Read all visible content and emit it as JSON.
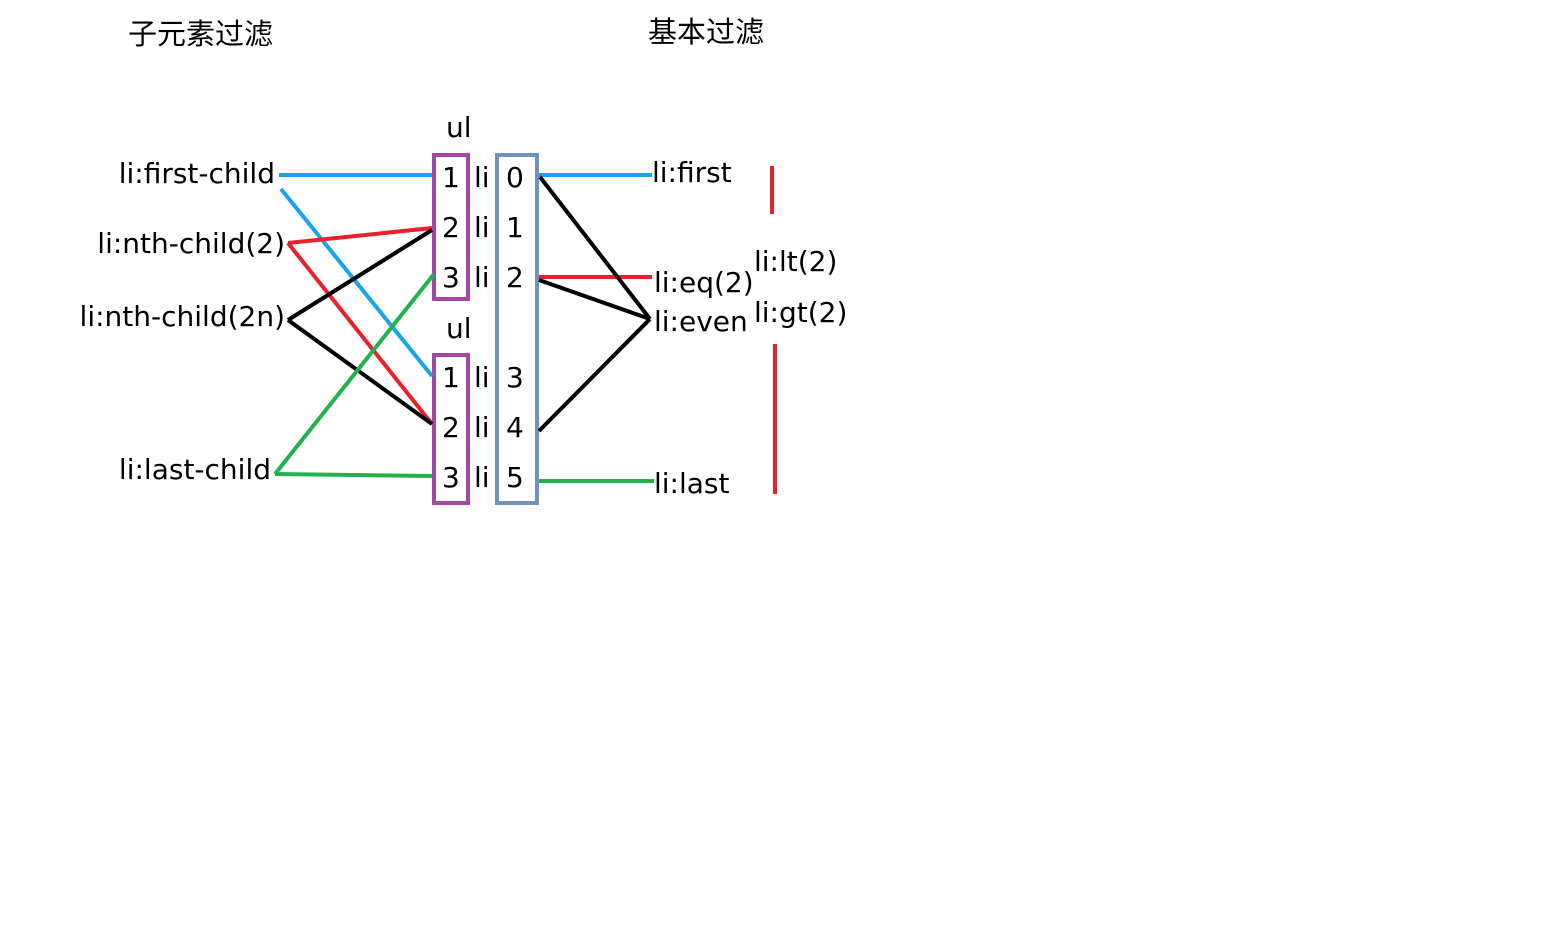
{
  "headings": {
    "child_filter": "子元素过滤",
    "basic_filter": "基本过滤"
  },
  "list_labels": {
    "ul_top": "ul",
    "ul_bottom": "ul",
    "li": "li"
  },
  "child_positions": [
    "1",
    "2",
    "3",
    "1",
    "2",
    "3"
  ],
  "indexes": [
    "0",
    "1",
    "2",
    "3",
    "4",
    "5"
  ],
  "child_selectors": {
    "first_child": "li:first-child",
    "nth_child_2": "li:nth-child(2)",
    "nth_child_2n": "li:nth-child(2n)",
    "last_child": "li:last-child"
  },
  "basic_selectors": {
    "first": "li:first",
    "eq2": "li:eq(2)",
    "even": "li:even",
    "last": "li:last",
    "lt2": "li:lt(2)",
    "gt2": "li:gt(2)"
  },
  "colors": {
    "blue": "#1aa3e8",
    "red": "#e8202a",
    "black": "#000000",
    "green": "#22b14c",
    "purple_box": "#a349a4",
    "steel_box": "#7092be"
  }
}
